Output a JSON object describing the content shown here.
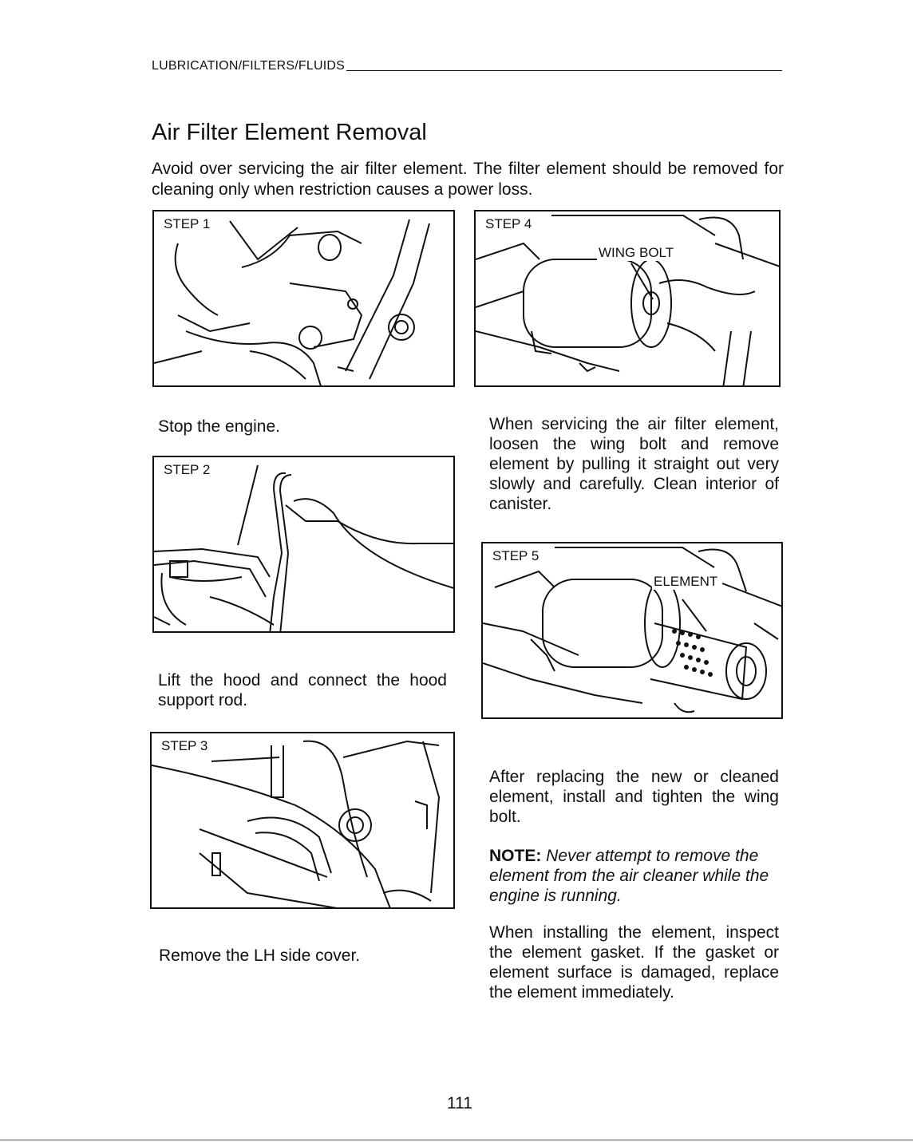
{
  "header": {
    "section": "LUBRICATION/FILTERS/FLUIDS"
  },
  "title": "Air Filter Element Removal",
  "intro": "Avoid over servicing the air filter element. The filter element should be removed for cleaning only when restriction causes a power loss.",
  "steps": [
    {
      "label": "STEP 1",
      "caption": "Stop the engine."
    },
    {
      "label": "STEP 2",
      "caption": "Lift the hood and connect the hood support rod."
    },
    {
      "label": "STEP 3",
      "caption": "Remove the LH side cover."
    },
    {
      "label": "STEP 4",
      "callout": "WING BOLT",
      "caption": "When servicing the air filter element, loosen the wing bolt and remove element by pulling it straight out very slowly and carefully. Clean interior of canister."
    },
    {
      "label": "STEP 5",
      "callout": "ELEMENT",
      "caption": "After replacing the new or cleaned element, install and tighten the wing bolt."
    }
  ],
  "note": {
    "label": "NOTE:",
    "text": "Never attempt to remove the element from the air cleaner while the engine is running."
  },
  "final_paragraph": "When installing the element, inspect the element gasket. If the gasket or element surface is damaged, replace the element immediately.",
  "page_number": "111"
}
